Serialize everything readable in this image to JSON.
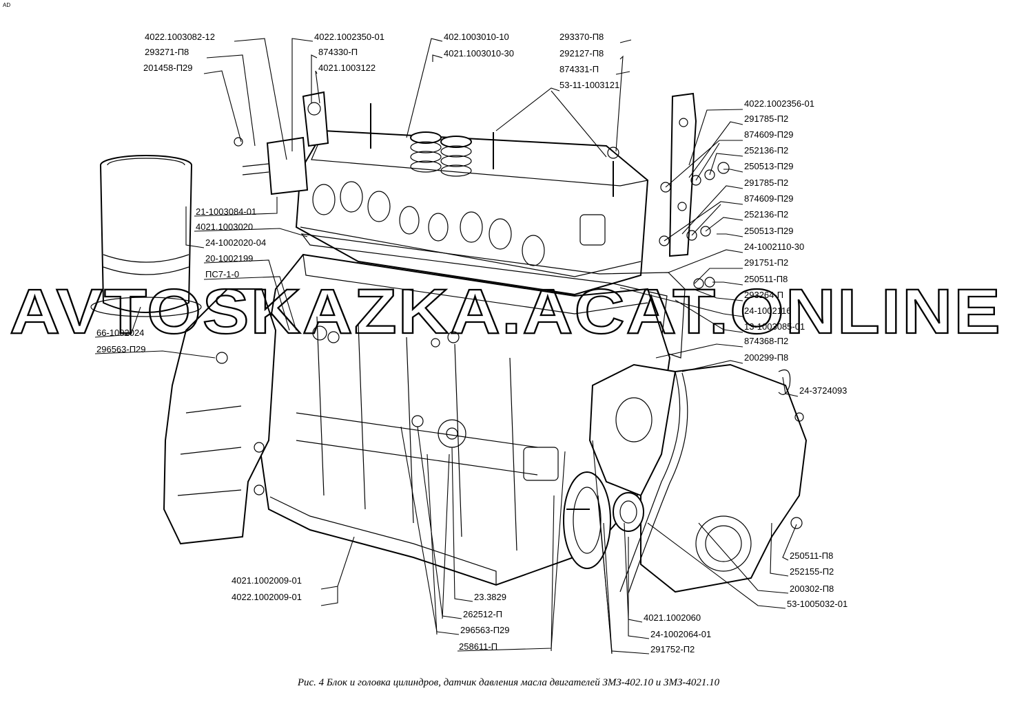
{
  "corner_mark": "AD",
  "watermark": "AVTOSKAZKA.ACAT.ONLINE",
  "caption": "Рис. 4  Блок и головка цилиндров, датчик давления масла двигателей ЗМЗ-402.10 и ЗМЗ-4021.10",
  "labels": [
    "4022.1003082-12",
    "293271-П8",
    "201458-П29",
    "4022.1002350-01",
    "874330-П",
    "4021.1003122",
    "402.1003010-10",
    "4021.1003010-30",
    "293370-П8",
    "292127-П8",
    "874331-П",
    "53-11-1003121",
    "4022.1002356-01",
    "291785-П2",
    "874609-П29",
    "252136-П2",
    "250513-П29",
    "291785-П2",
    "874609-П29",
    "252136-П2",
    "250513-П29",
    "24-1002110-30",
    "291751-П2",
    "250511-П8",
    "293264-П",
    "24-1002116",
    "13-1003085-01",
    "874368-П2",
    "200299-П8",
    "24-3724093",
    "21-1003084-01",
    "4021.1003020",
    "24-1002020-04",
    "20-1002199",
    "ПС7-1-0",
    "66-1002024",
    "296563-П29",
    "4021.1002009-01",
    "4022.1002009-01",
    "23.3829",
    "262512-П",
    "296563-П29",
    "258611-П",
    "4021.1002060",
    "24-1002064-01",
    "291752-П2",
    "250511-П8",
    "252155-П2",
    "200302-П8",
    "53-1005032-01"
  ]
}
